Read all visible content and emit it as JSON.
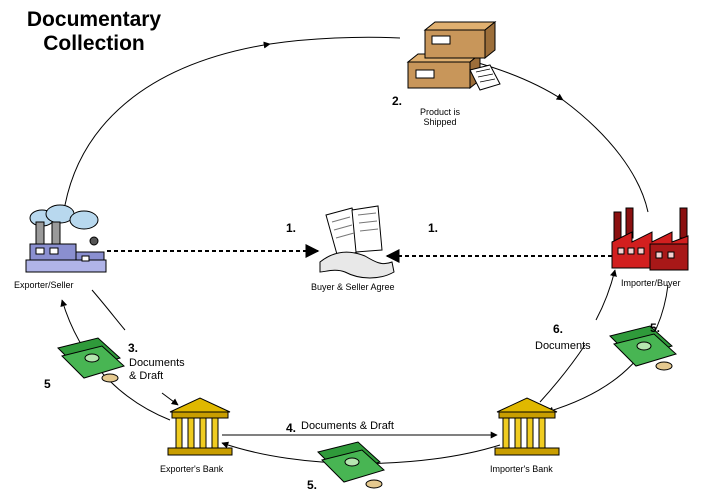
{
  "title_line1": "Documentary",
  "title_line2": "Collection",
  "nodes": {
    "exporter": "Exporter/Seller",
    "importer": "Importer/Buyer",
    "agreement": "Buyer & Seller Agree",
    "product_line1": "Product is",
    "product_line2": "Shipped",
    "exporters_bank": "Exporter's Bank",
    "importers_bank": "Importer's Bank"
  },
  "steps": {
    "s1_left": "1.",
    "s1_right": "1.",
    "s2": "2.",
    "s3_num": "3.",
    "s3_line1": "Documents",
    "s3_line2": "& Draft",
    "s4_num": "4.",
    "s4_label": "Documents & Draft",
    "s5_bottom": "5.",
    "s5_left": "5",
    "s5_right": "5.",
    "s6_num": "6.",
    "s6_label": "Documents"
  },
  "colors": {
    "box": "#c8965a",
    "factory_red": "#d21f1f",
    "bank_gold": "#e0b800",
    "money_green": "#2f9a3a"
  }
}
